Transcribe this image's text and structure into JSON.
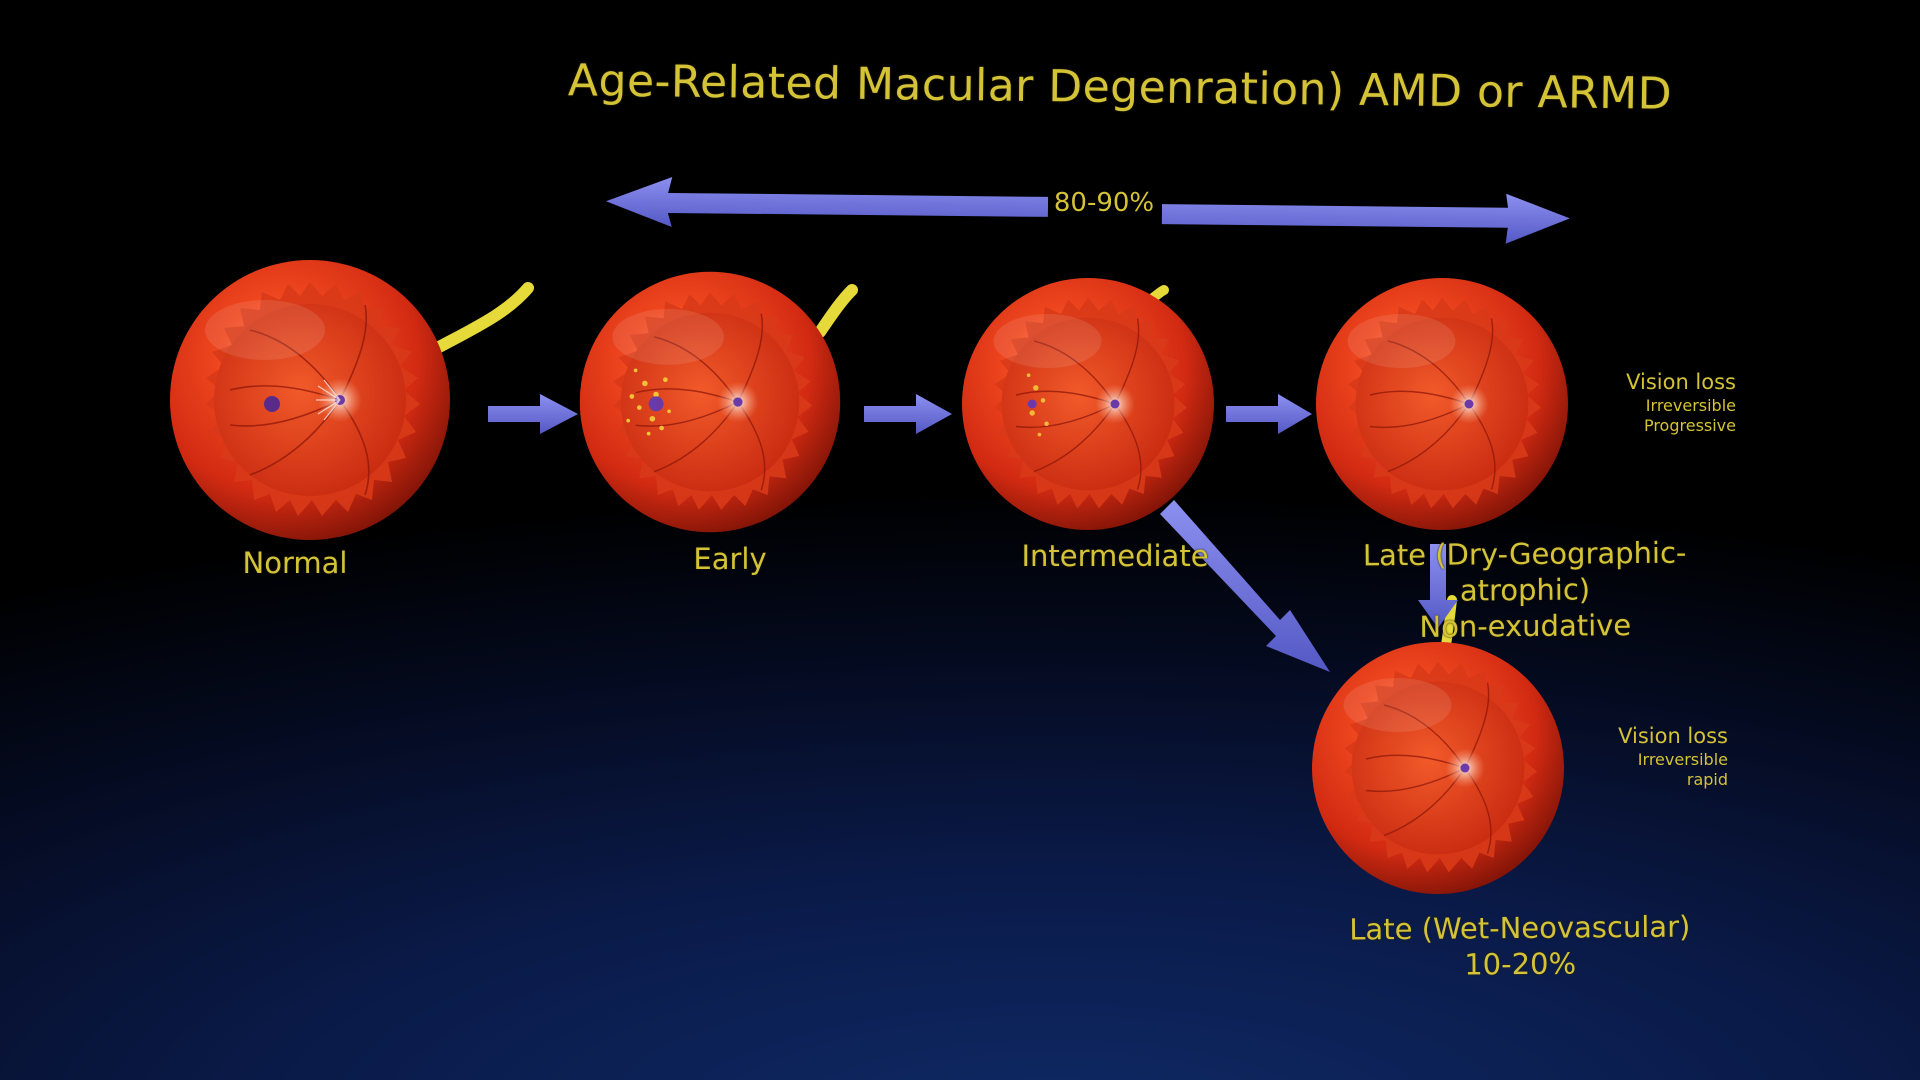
{
  "title": "Age-Related Macular Degenration) AMD or ARMD",
  "prevalence_dry": "80-90%",
  "stages": {
    "normal": "Normal",
    "early": "Early",
    "intermediate": "Intermediate",
    "late_dry_line1": "Late (Dry-Geographic-atrophic)",
    "late_dry_line2": "Non-exudative",
    "late_wet_line1": "Late (Wet-Neovascular)",
    "late_wet_line2": "10-20%"
  },
  "notes": {
    "dry": {
      "line1": "Vision loss",
      "line2": "Irreversible",
      "line3": "Progressive"
    },
    "wet": {
      "line1": "Vision loss",
      "line2": "Irreversible",
      "line3": "rapid"
    }
  },
  "colors": {
    "text": "#d4c237",
    "arrow": "#6b6fd8",
    "eye": "#e0361b",
    "optic_nerve": "#e6d93a",
    "background": "#050c24"
  }
}
